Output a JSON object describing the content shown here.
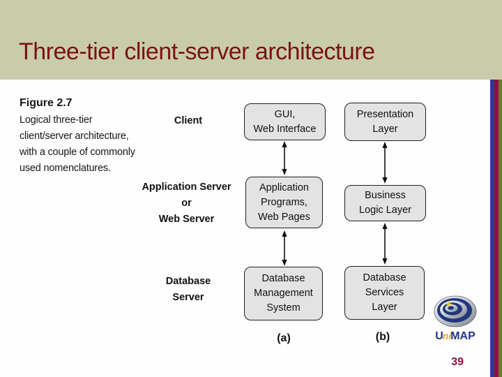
{
  "slide": {
    "title": "Three-tier client-server architecture",
    "page_number": "39"
  },
  "caption": {
    "title": "Figure 2.7",
    "body": "Logical three-tier\nclient/server architecture,\nwith a couple of commonly\nused nomenclatures."
  },
  "diagram": {
    "server_labels": {
      "client": "Client",
      "application": "Application Server\nor\nWeb Server",
      "database": "Database\nServer"
    },
    "column_a": {
      "box1": "GUI,\nWeb Interface",
      "box2": "Application\nPrograms,\nWeb Pages",
      "box3": "Database\nManagement\nSystem",
      "footer": "(a)"
    },
    "column_b": {
      "box1": "Presentation\nLayer",
      "box2": "Business\nLogic Layer",
      "box3": "Database\nServices\nLayer",
      "footer": "(b)"
    }
  },
  "logo": {
    "u": "U",
    "ni": "ni",
    "map": "MAP"
  },
  "colors": {
    "header_background": "#c9ccab",
    "title_text": "#7b1212",
    "stripe_blue": "#34349a",
    "stripe_maroon": "#8e1043",
    "stripe_olive": "#6e7a2e",
    "box_fill": "#e3e3e3",
    "box_border": "#1f1f1f",
    "page_number": "#8e1043",
    "logo_navy": "#23338f",
    "logo_gold": "#d8a81c"
  }
}
